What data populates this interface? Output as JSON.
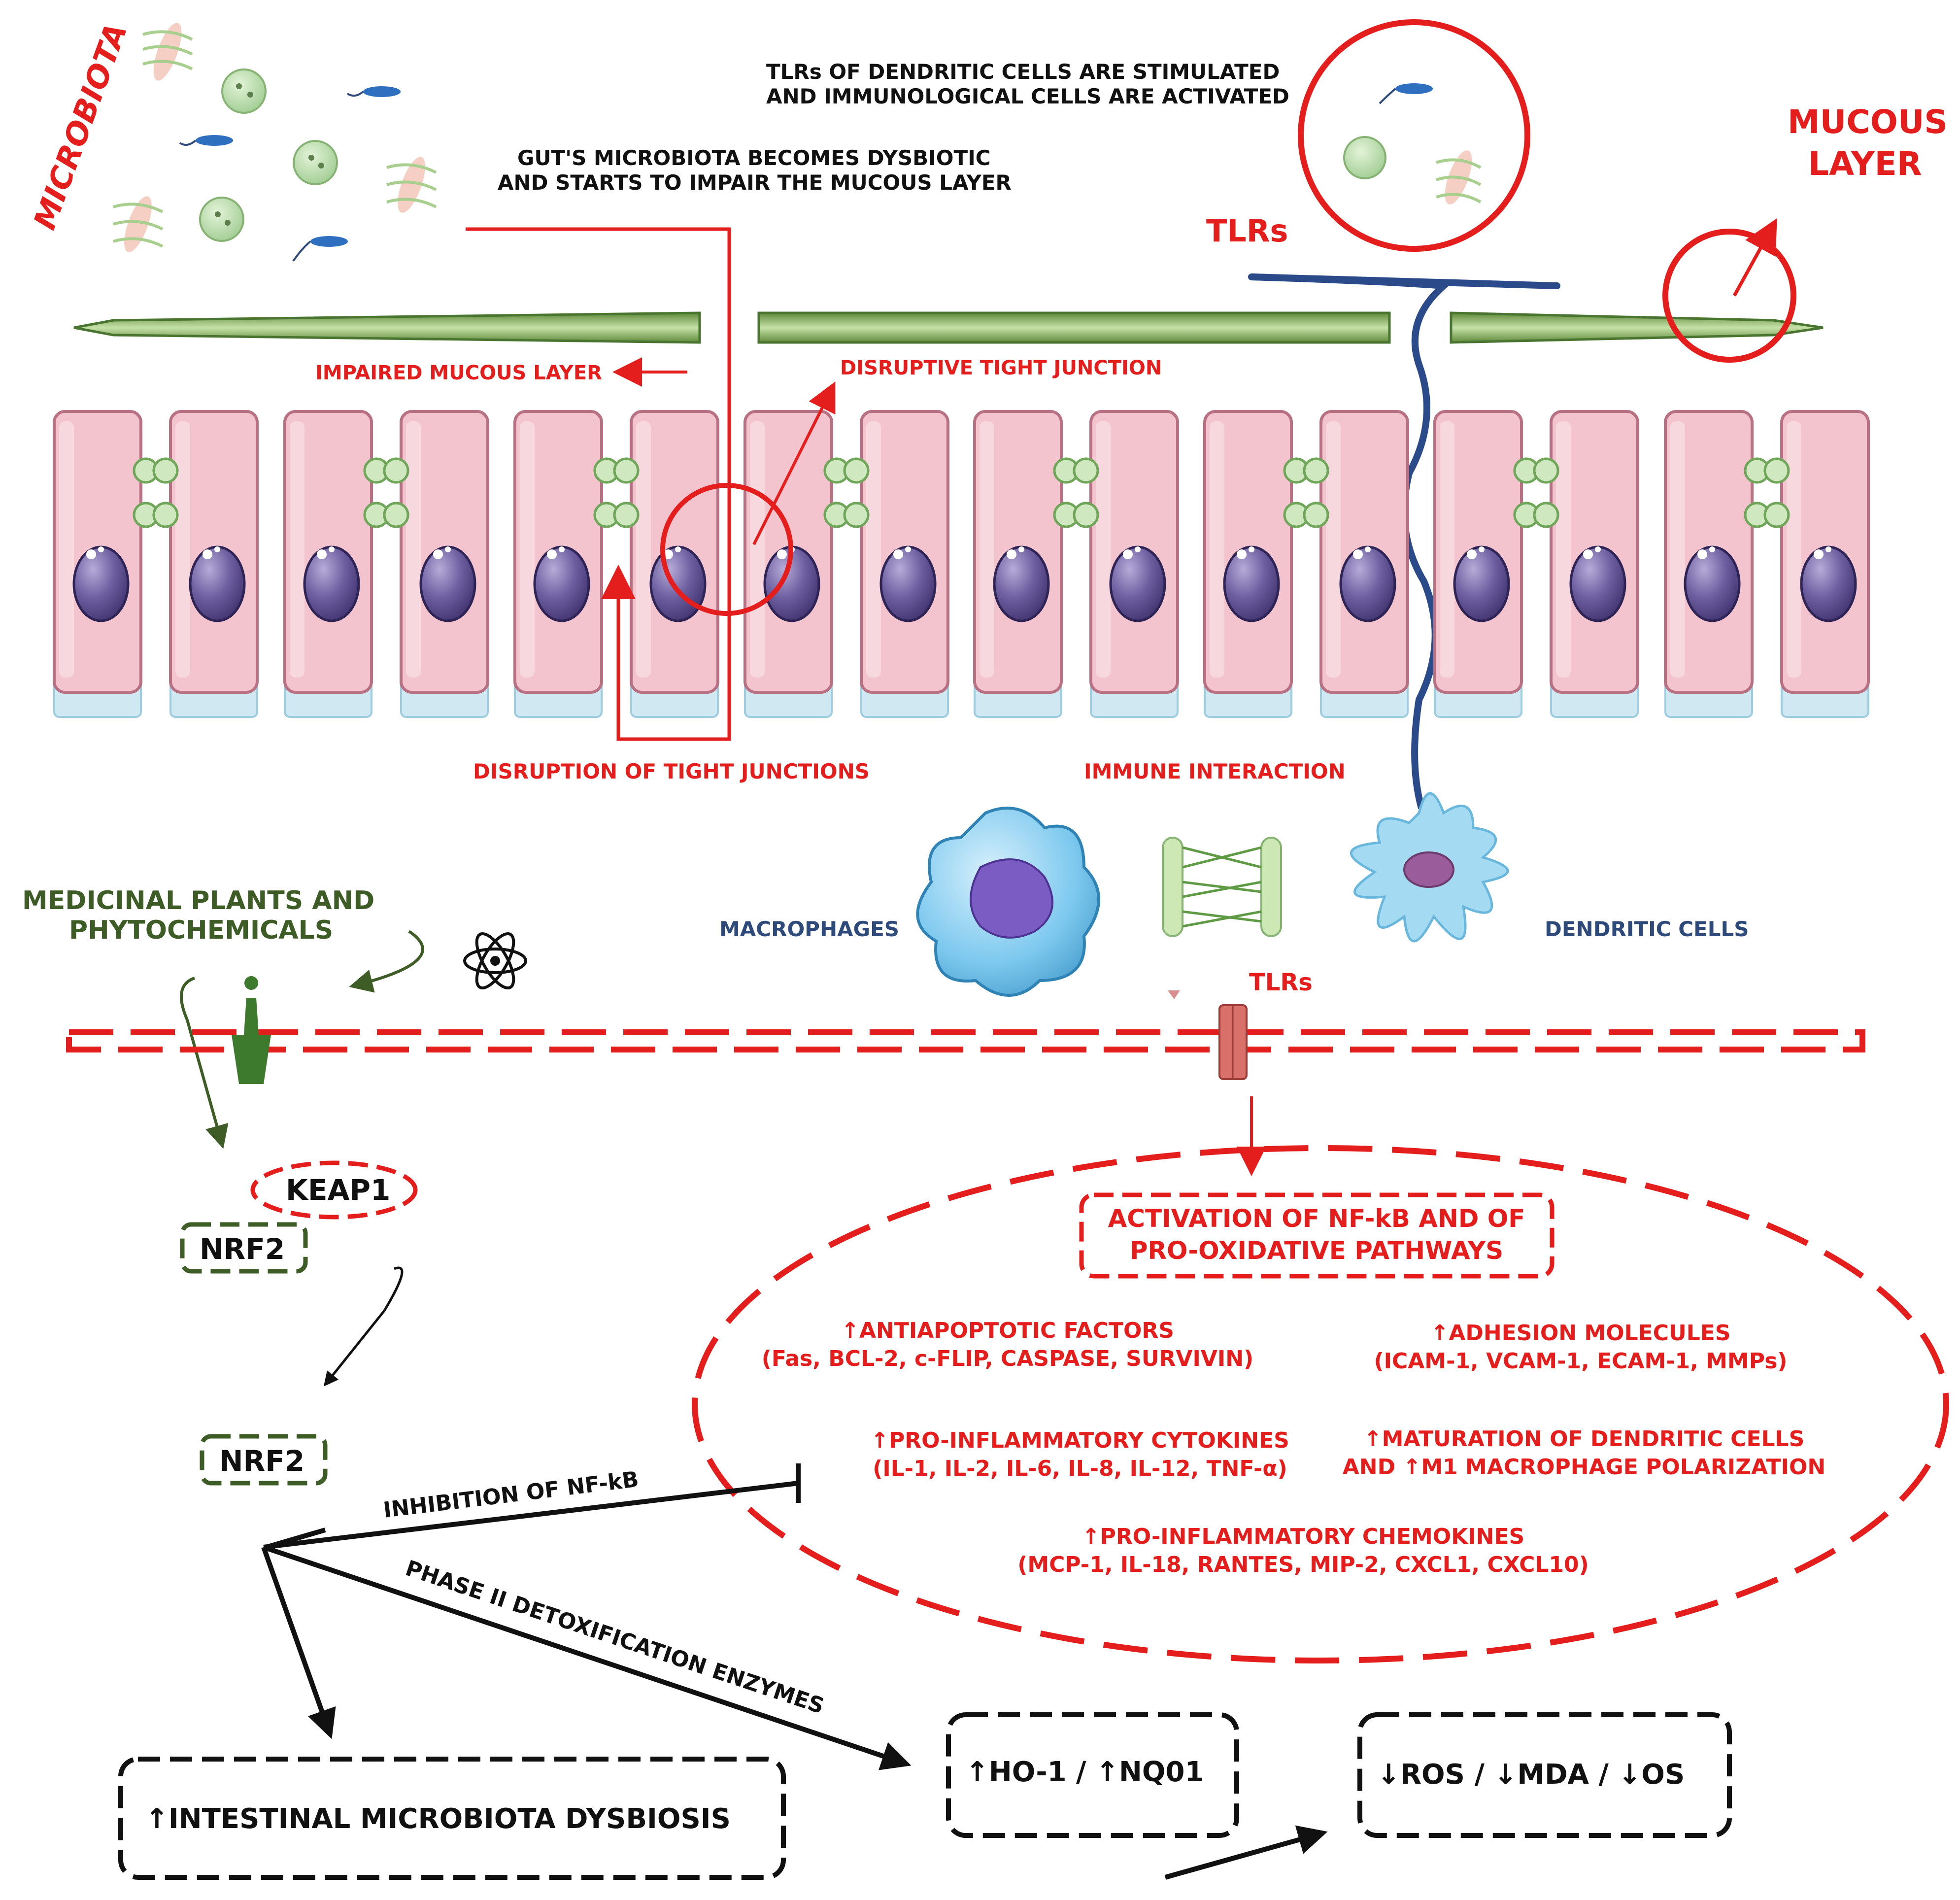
{
  "colors": {
    "red": "#e41d1d",
    "dark_green": "#3e5c26",
    "navy": "#2e4a7a",
    "cell_pink": "#f2c1cc",
    "nucleus_purple": "#6b5b9a",
    "mucus_green": "#b8d99a",
    "black": "#111111"
  },
  "labels": {
    "microbiota": "MICROBIOTA",
    "tlrs_stim_1": "TLRs OF DENDRITIC CELLS ARE STIMULATED",
    "tlrs_stim_2": "AND IMMUNOLOGICAL CELLS ARE ACTIVATED",
    "dysbiotic_1": "GUT'S MICROBIOTA BECOMES DYSBIOTIC",
    "dysbiotic_2": "AND STARTS TO IMPAIR THE MUCOUS LAYER",
    "mucous_1": "MUCOUS",
    "mucous_2": "LAYER",
    "tlrs_top": "TLRs",
    "impaired_mucous": "IMPAIRED MUCOUS LAYER",
    "disruptive_tj": "DISRUPTIVE TIGHT JUNCTION",
    "disruption_tj": "DISRUPTION OF TIGHT JUNCTIONS",
    "immune_interaction": "IMMUNE INTERACTION",
    "macrophages": "MACROPHAGES",
    "dendritic_cells": "DENDRITIC CELLS",
    "tlrs_mid": "TLRs",
    "plants_1": "MEDICINAL PLANTS AND",
    "plants_2": "PHYTOCHEMICALS",
    "keap1": "KEAP1",
    "nrf2_top": "NRF2",
    "nrf2_mid": "NRF2",
    "activation_1": "ACTIVATION OF NF-kB AND OF",
    "activation_2": "PRO-OXIDATIVE PATHWAYS",
    "antiapop_1": "↑ANTIAPOPTOTIC FACTORS",
    "antiapop_2": "(Fas, BCL-2, c-FLIP, CASPASE, SURVIVIN)",
    "adhesion_1": "↑ADHESION MOLECULES",
    "adhesion_2": "(ICAM-1, VCAM-1, ECAM-1, MMPs)",
    "cytokines_1": "↑PRO-INFLAMMATORY CYTOKINES",
    "cytokines_2": "(IL-1, IL-2, IL-6, IL-8, IL-12, TNF-α)",
    "maturation_1": "↑MATURATION OF DENDRITIC CELLS",
    "maturation_2": "AND ↑M1 MACROPHAGE POLARIZATION",
    "chemokines_1": "↑PRO-INFLAMMATORY CHEMOKINES",
    "chemokines_2": "(MCP-1, IL-18, RANTES, MIP-2, CXCL1, CXCL10)",
    "inhibition": "INHIBITION OF NF-kB",
    "phase2": "PHASE II DETOXIFICATION ENZYMES",
    "ho1": "↑HO-1 / ↑NQ01",
    "ros": "↓ROS / ↓MDA / ↓OS",
    "dysbiosis": "↑INTESTINAL MICROBIOTA DYSBIOSIS"
  },
  "icons": [
    "bacteria-icon",
    "atom-icon",
    "macrophage-icon",
    "dendritic-cell-icon",
    "receptor-icon",
    "tlr-receptor-icon",
    "tight-junction-icon"
  ]
}
